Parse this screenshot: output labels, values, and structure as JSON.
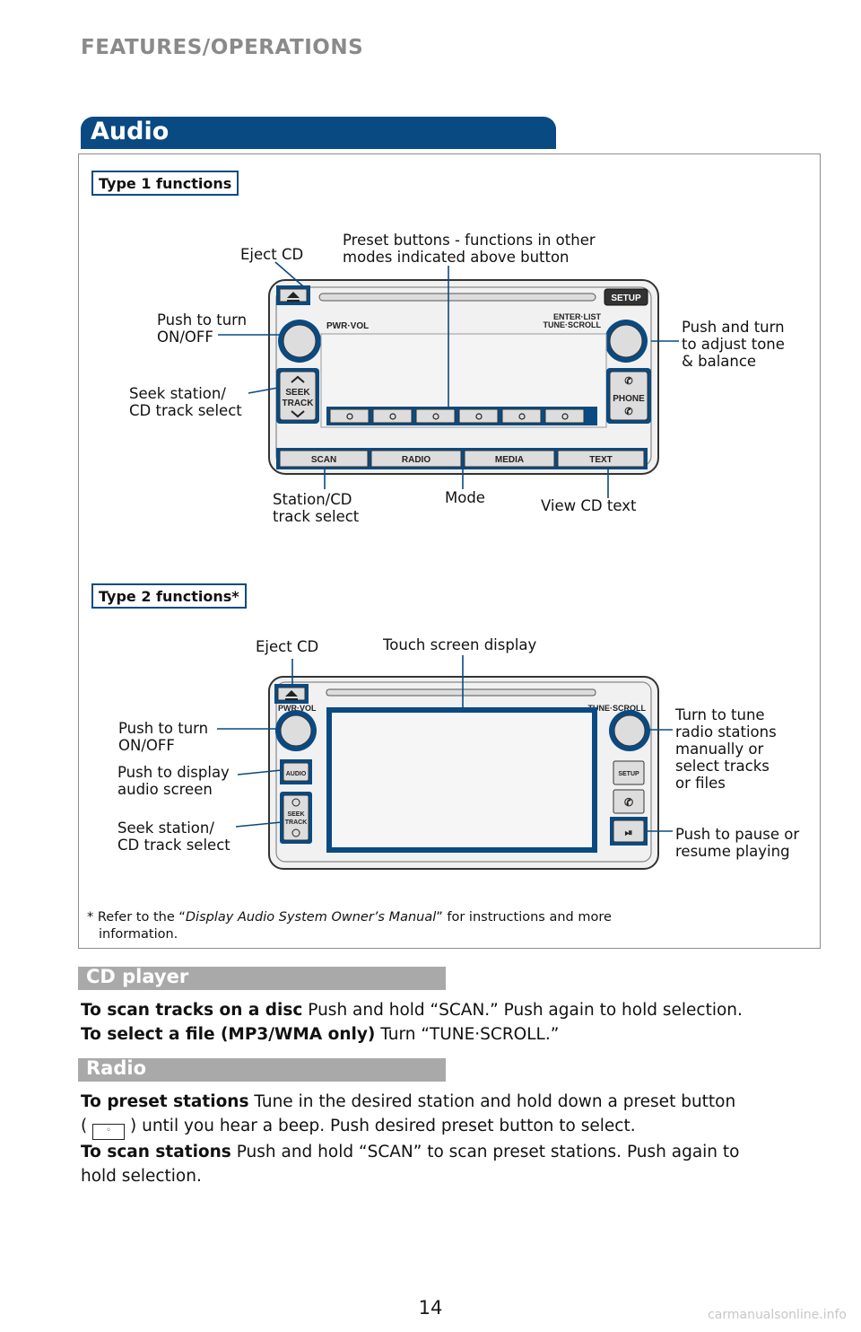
{
  "header": {
    "title": "FEATURES/OPERATIONS"
  },
  "section": {
    "title": "Audio"
  },
  "type1": {
    "tag": "Type 1 functions",
    "unit": {
      "setup": "SETUP",
      "pwr_vol": "PWR·VOL",
      "enter_list": "ENTER·LIST",
      "tune_scroll": "TUNE·SCROLL",
      "seek": "SEEK",
      "track": "TRACK",
      "phone": "PHONE",
      "scan": "SCAN",
      "radio": "RADIO",
      "media": "MEDIA",
      "text": "TEXT"
    },
    "labels": {
      "eject": "Eject CD",
      "preset": "Preset buttons - functions in other\nmodes indicated above button",
      "power": "Push to turn\nON/OFF",
      "seek": "Seek station/\nCD track select",
      "tone": "Push and turn\nto adjust tone\n& balance",
      "station": "Station/CD\ntrack select",
      "mode": "Mode",
      "view_text": "View CD text"
    }
  },
  "type2": {
    "tag": "Type 2 functions*",
    "unit": {
      "pwr_vol": "PWR·VOL",
      "tune_scroll": "TUNE·SCROLL",
      "audio": "AUDIO",
      "setup": "SETUP",
      "seek": "SEEK",
      "track": "TRACK"
    },
    "labels": {
      "eject": "Eject CD",
      "touch": "Touch screen display",
      "power": "Push to turn\nON/OFF",
      "audio": "Push to display\naudio screen",
      "seek": "Seek station/\nCD track select",
      "tune": "Turn to tune\nradio stations\nmanually or\nselect tracks\nor files",
      "pause": "Push to pause or\nresume playing"
    }
  },
  "footnote": {
    "prefix": "* Refer to the “",
    "manual": "Display Audio System Owner’s Manual",
    "suffix": "” for instructions and more",
    "line2": "information."
  },
  "cd_player": {
    "title": "CD player",
    "scan_bold": "To scan tracks on a disc",
    "scan_text": " Push and hold “SCAN.” Push again to hold selection.",
    "file_bold": "To select a file (MP3/WMA only)",
    "file_text": " Turn “TUNE·SCROLL.”"
  },
  "radio": {
    "title": "Radio",
    "preset_bold": "To preset stations",
    "preset_text1": " Tune in the desired station and hold down a preset button",
    "preset_open": "(",
    "preset_text2": ") until you hear a beep. Push desired preset button to select.",
    "scan_bold": "To scan stations",
    "scan_text1": " Push and hold “SCAN” to scan preset stations. Push again to",
    "scan_text2": "hold selection."
  },
  "page_number": "14",
  "watermark": "carmanualsonline.info"
}
